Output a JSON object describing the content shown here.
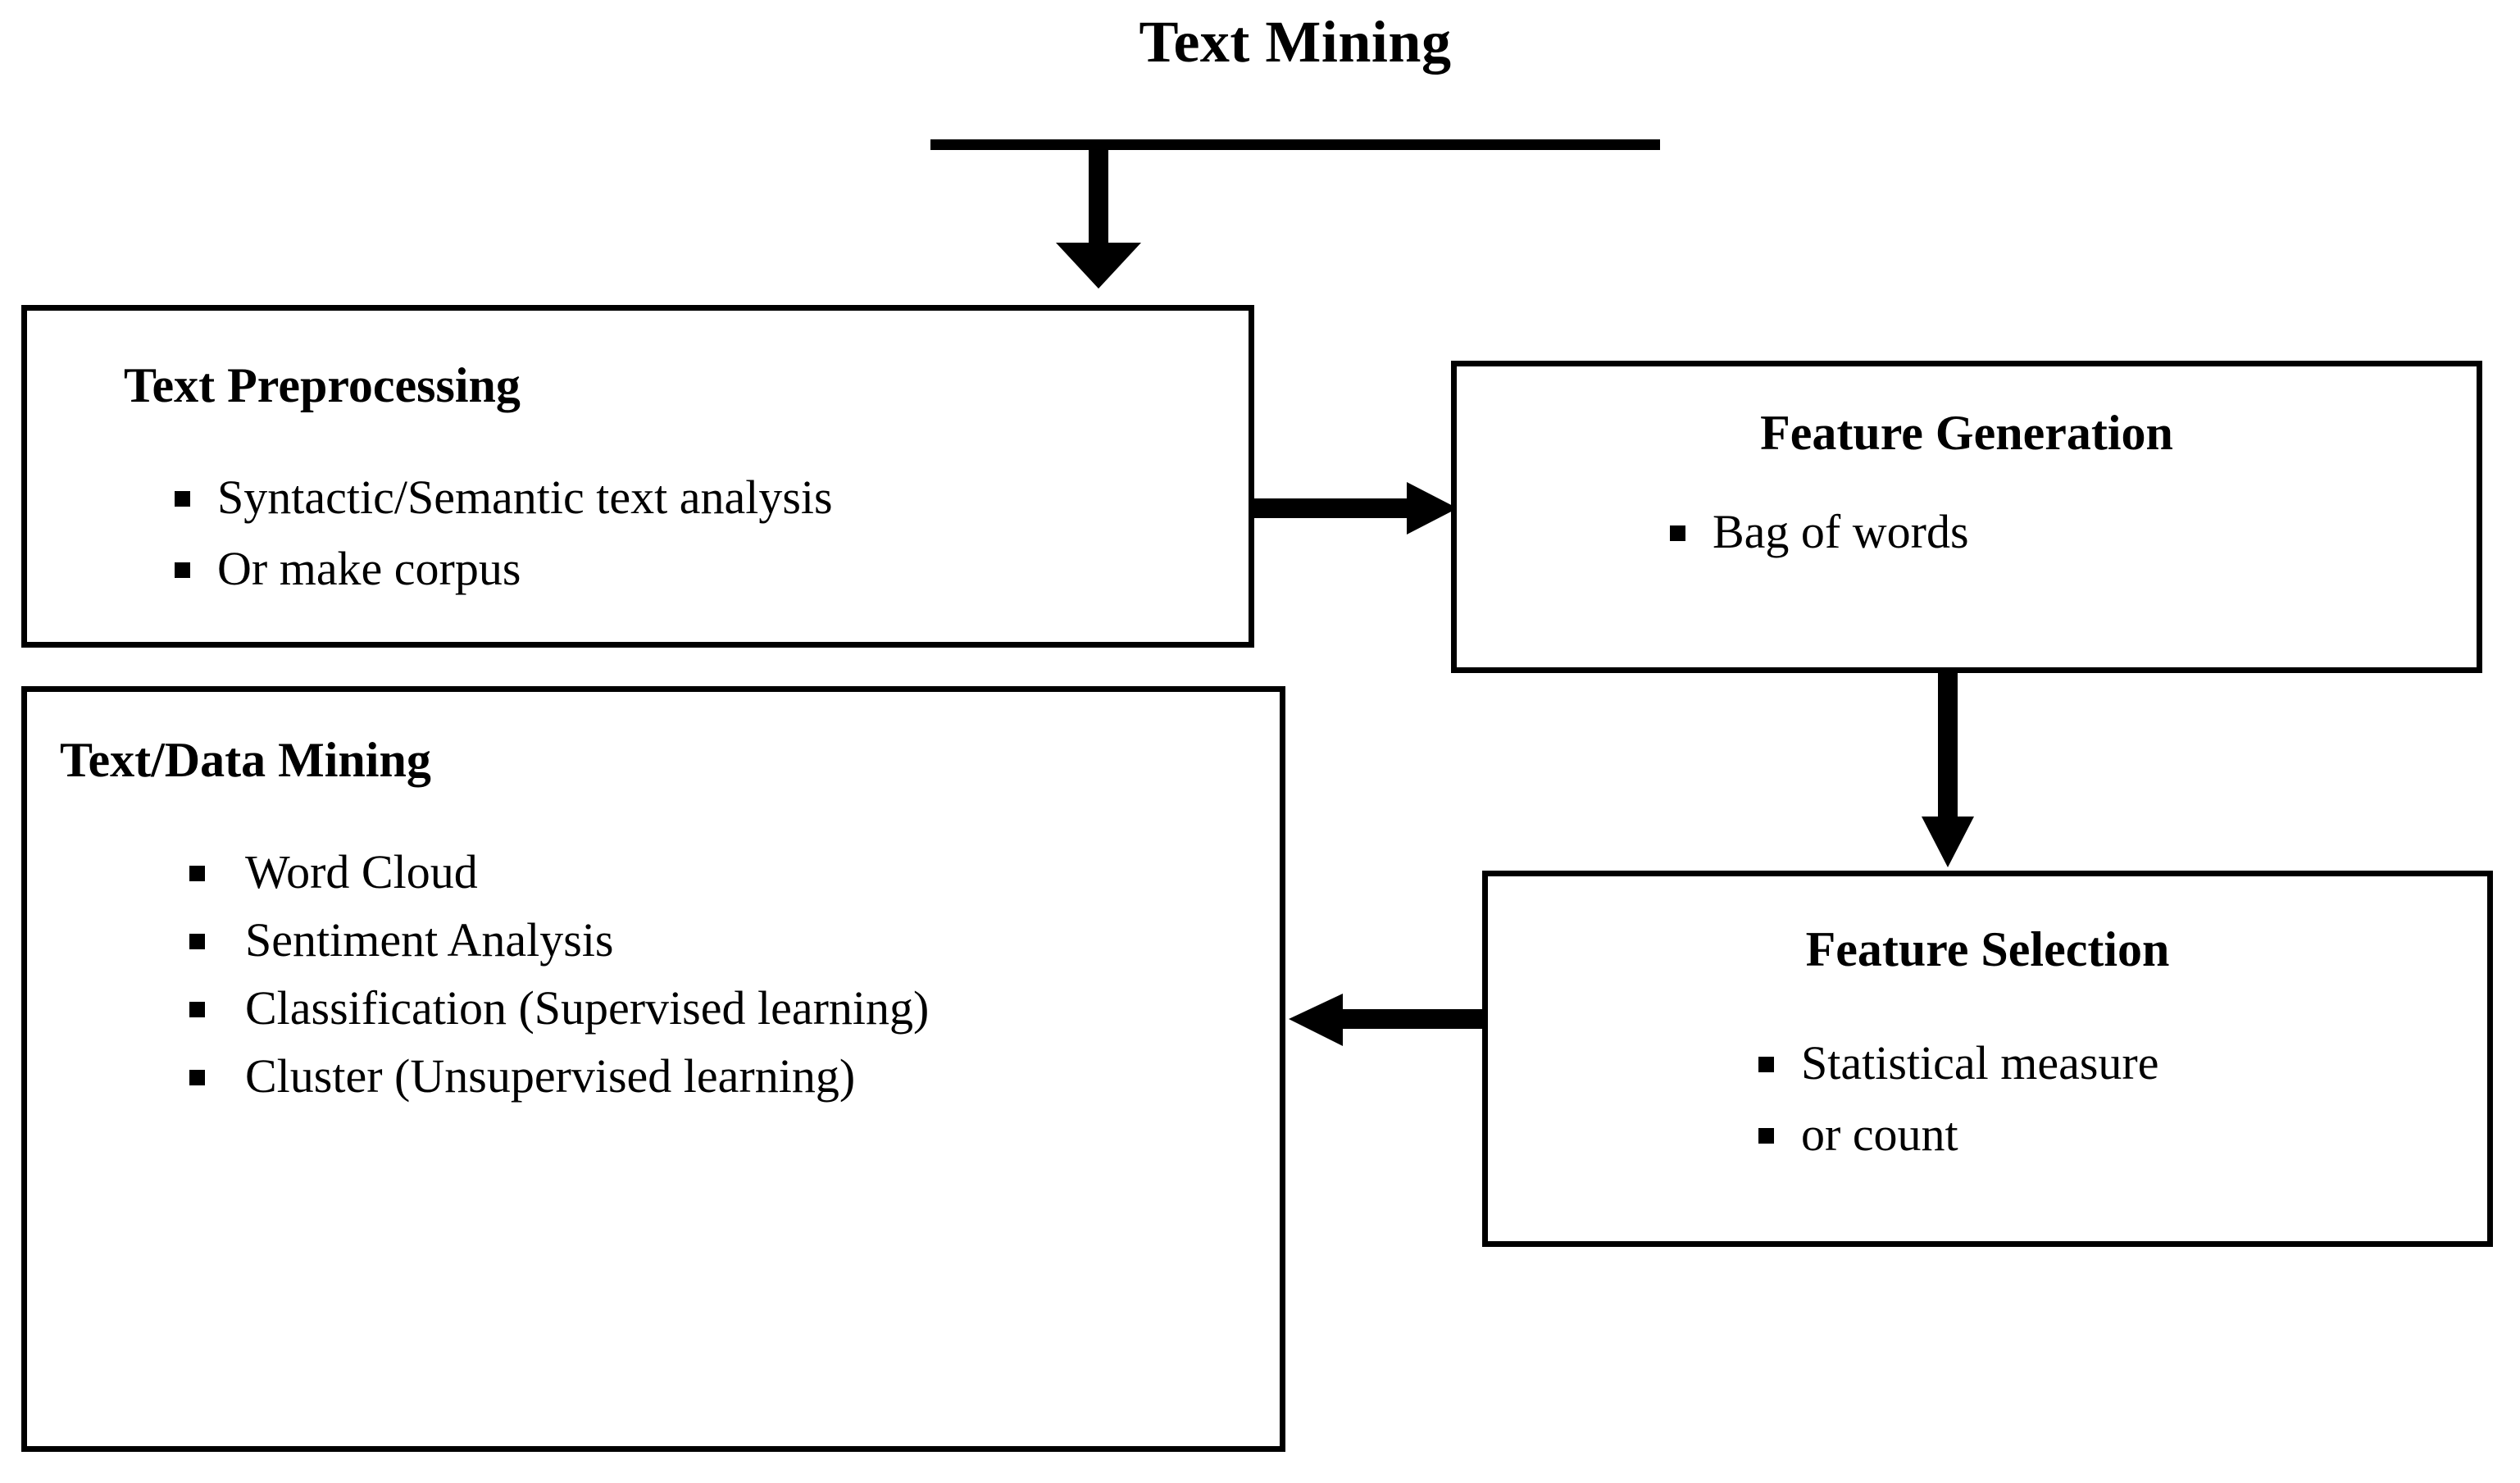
{
  "diagram": {
    "title": "Text Mining",
    "nodes": [
      {
        "id": "text-preprocessing",
        "title": "Text Preprocessing",
        "title_align": "left",
        "bullets": [
          "Syntactic/Semantic text analysis",
          "Or make corpus"
        ]
      },
      {
        "id": "feature-generation",
        "title": "Feature Generation",
        "title_align": "center",
        "bullets": [
          "Bag of words"
        ]
      },
      {
        "id": "feature-selection",
        "title": "Feature Selection",
        "title_align": "center",
        "bullets": [
          "Statistical measure",
          "or count"
        ]
      },
      {
        "id": "text-data-mining",
        "title": "Text/Data Mining",
        "title_align": "left",
        "bullets": [
          "Word Cloud",
          "Sentiment Analysis",
          "Classification (Supervised learning)",
          "Cluster (Unsupervised learning)"
        ]
      }
    ],
    "connectors": [
      {
        "id": "title-to-text-preprocessing",
        "direction": "down",
        "from": "title-rule",
        "to": "text-preprocessing"
      },
      {
        "id": "preprocessing-to-generation",
        "direction": "right",
        "from": "text-preprocessing",
        "to": "feature-generation"
      },
      {
        "id": "generation-to-selection",
        "direction": "down",
        "from": "feature-generation",
        "to": "feature-selection"
      },
      {
        "id": "selection-to-mining",
        "direction": "left",
        "from": "feature-selection",
        "to": "text-data-mining"
      }
    ],
    "colors": {
      "stroke": "#000000",
      "fill": "#ffffff",
      "background": "#ffffff"
    },
    "bullet_glyph": "square-bullet"
  }
}
